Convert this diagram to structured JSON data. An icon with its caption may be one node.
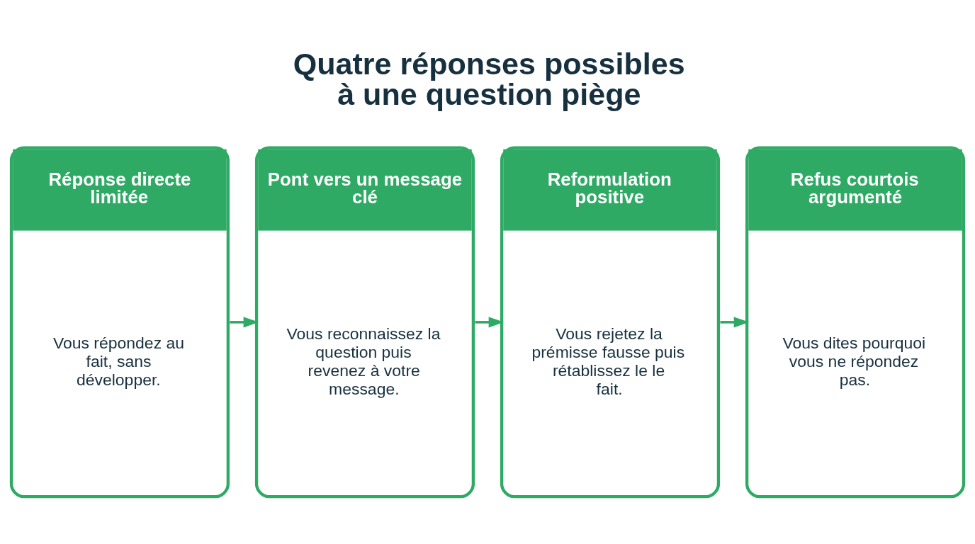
{
  "diagram": {
    "title": "Quatre réponses possibles à une question piège",
    "nodes": [
      {
        "text": [
          "Réponse directe limitée",
          "Vous répondez au fait, sans développer."
        ]
      },
      {
        "text": [
          "Pont vers un message clé",
          "Vous reconnaissez la question puis revenez à votre message."
        ]
      },
      {
        "text": [
          "Reformulation positive",
          "Vous rejetez la prémisse fausse puis rétablissez le le fait."
        ]
      },
      {
        "text": [
          "Refus courtois argumenté",
          "Vous dites pourquoi vous ne répondez pas."
        ]
      }
    ],
    "edges": [
      {
        "from": 0,
        "to": 1,
        "arrow": "to"
      },
      {
        "from": 1,
        "to": 2,
        "arrow": "to"
      },
      {
        "from": 2,
        "to": 3,
        "arrow": "to"
      }
    ]
  }
}
